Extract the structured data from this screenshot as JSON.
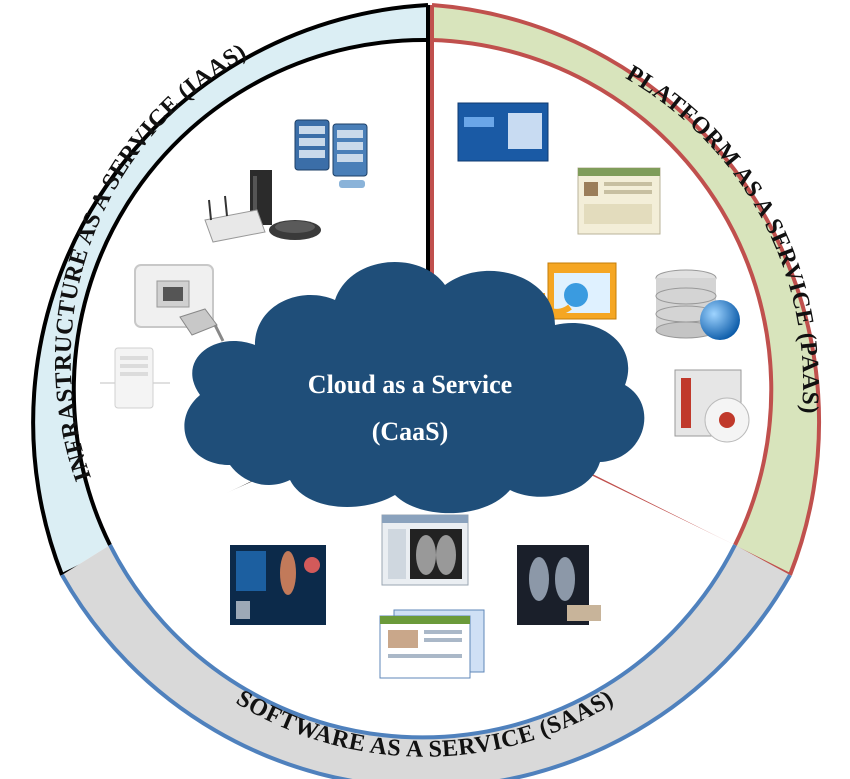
{
  "center": {
    "line1": "Cloud as a Service",
    "line2": "(CaaS)"
  },
  "segments": {
    "iaas": {
      "label": "INFRASTRUCTURE AS A SERVICE (IAAS)"
    },
    "paas": {
      "label": "PLATFORM AS A SERVICE (PAAS)"
    },
    "saas": {
      "label": "SOFTWARE  AS A SERVICE (SAAS)"
    }
  },
  "colors": {
    "iaas_fill": "#dbeef4",
    "iaas_border": "#000000",
    "paas_fill": "#d8e4bc",
    "paas_border": "#c0504d",
    "saas_fill": "#d9d9d9",
    "saas_border": "#4f81bd",
    "cloud_fill": "#1f4e79"
  },
  "icons": {
    "iaas": [
      "server-rack-icon",
      "wireless-router-icon",
      "network-port-icon",
      "server-tower-icon"
    ],
    "paas": [
      "windows-screen-icon",
      "web-app-window-icon",
      "browser-window-icon",
      "database-globe-icon",
      "software-box-icon"
    ],
    "saas": [
      "medical-software-icon",
      "xray-viewer-icon",
      "xray-workstation-icon",
      "document-windows-icon"
    ]
  }
}
